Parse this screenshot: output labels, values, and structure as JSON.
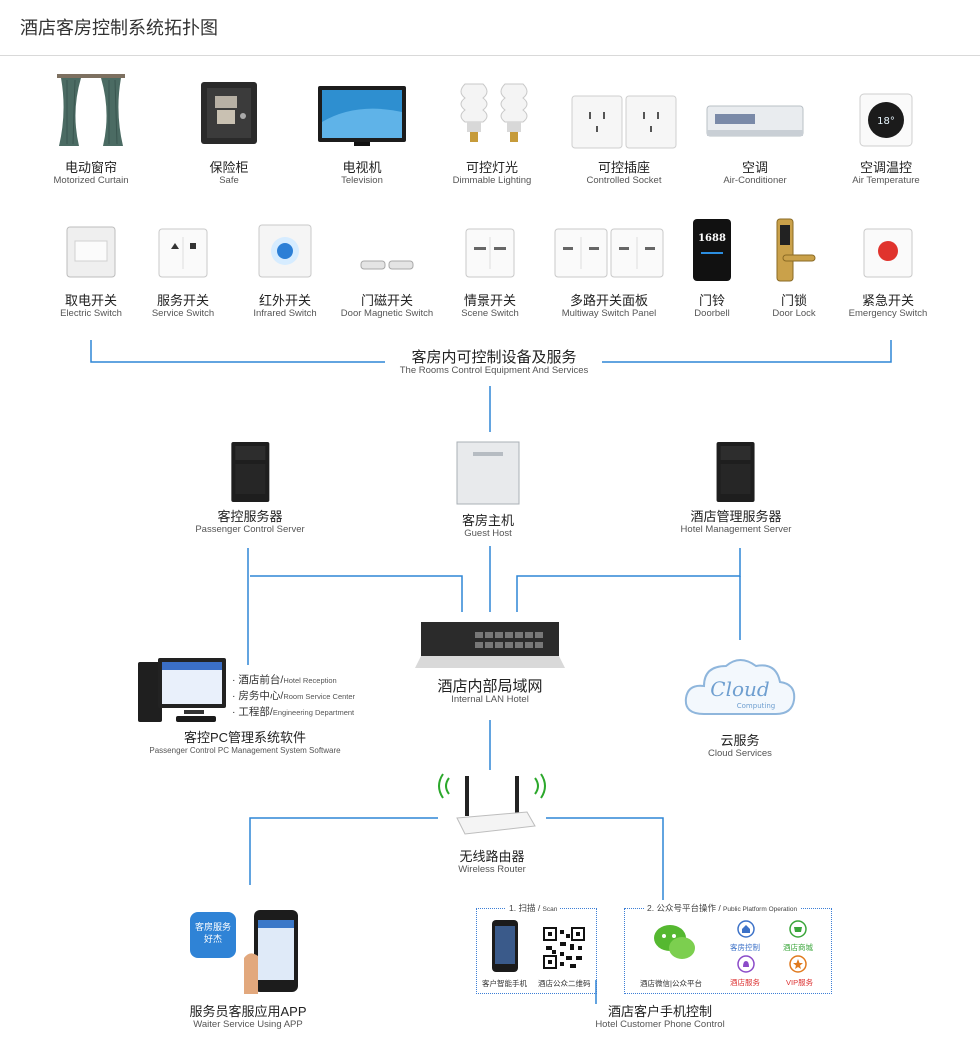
{
  "page_title": "酒店客房控制系统拓扑图",
  "devices_row1": [
    {
      "zh": "电动窗帘",
      "en": "Motorized Curtain",
      "icon": "curtain-icon"
    },
    {
      "zh": "保险柜",
      "en": "Safe",
      "icon": "safe-icon"
    },
    {
      "zh": "电视机",
      "en": "Television",
      "icon": "tv-icon"
    },
    {
      "zh": "可控灯光",
      "en": "Dimmable Lighting",
      "icon": "bulb-icon"
    },
    {
      "zh": "可控插座",
      "en": "Controlled Socket",
      "icon": "socket-icon"
    },
    {
      "zh": "空调",
      "en": "Air-Conditioner",
      "icon": "air-conditioner-icon"
    },
    {
      "zh": "空调温控",
      "en": "Air Temperature",
      "icon": "thermostat-icon"
    }
  ],
  "devices_row2": [
    {
      "zh": "取电开关",
      "en": "Electric Switch",
      "icon": "card-switch-icon"
    },
    {
      "zh": "服务开关",
      "en": "Service Switch",
      "icon": "service-switch-icon"
    },
    {
      "zh": "红外开关",
      "en": "Infrared Switch",
      "icon": "infrared-switch-icon"
    },
    {
      "zh": "门磁开关",
      "en": "Door Magnetic Switch",
      "icon": "door-magnet-icon"
    },
    {
      "zh": "情景开关",
      "en": "Scene Switch",
      "icon": "scene-switch-icon"
    },
    {
      "zh": "多路开关面板",
      "en": "Multiway Switch Panel",
      "icon": "multiway-panel-icon"
    },
    {
      "zh": "门铃",
      "en": "Doorbell",
      "icon": "doorbell-icon",
      "display": "1688"
    },
    {
      "zh": "门锁",
      "en": "Door Lock",
      "icon": "door-lock-icon"
    },
    {
      "zh": "紧急开关",
      "en": "Emergency Switch",
      "icon": "emergency-switch-icon"
    }
  ],
  "rooms_control": {
    "zh": "客房内可控制设备及服务",
    "en": "The Rooms Control Equipment And Services"
  },
  "passenger_server": {
    "zh": "客控服务器",
    "en": "Passenger Control Server"
  },
  "guest_host": {
    "zh": "客房主机",
    "en": "Guest Host"
  },
  "hotel_server": {
    "zh": "酒店管理服务器",
    "en": "Hotel Management Server"
  },
  "lan": {
    "zh": "酒店内部局域网",
    "en": "Internal LAN Hotel"
  },
  "pc_software": {
    "zh": "客控PC管理系统软件",
    "en": "Passenger Control PC Management System Software",
    "items": [
      {
        "zh": "酒店前台",
        "en": "Hotel Reception"
      },
      {
        "zh": "房务中心",
        "en": "Room Service Center"
      },
      {
        "zh": "工程部",
        "en": "Engineering Department"
      }
    ]
  },
  "cloud": {
    "zh": "云服务",
    "en": "Cloud Services",
    "logo_text": "Cloud",
    "logo_sub": "Computing"
  },
  "router": {
    "zh": "无线路由器",
    "en": "Wireless Router"
  },
  "waiter_app": {
    "zh": "服务员客服应用APP",
    "en": "Waiter Service Using APP",
    "badge_line1": "客房服务",
    "badge_line2": "好杰"
  },
  "phone_control": {
    "zh": "酒店客户手机控制",
    "en": "Hotel Customer Phone Control",
    "step1": {
      "title": "1. 扫描",
      "title_en": "Scan",
      "items": [
        "客户智能手机",
        "酒店公众二维码"
      ]
    },
    "step2": {
      "title": "2. 公众号平台操作",
      "title_en": "Public Platform Operation",
      "wechat_label": "酒店微信|公众平台",
      "services": [
        "客房控制",
        "酒店商城",
        "酒店服务",
        "VIP服务"
      ]
    }
  }
}
